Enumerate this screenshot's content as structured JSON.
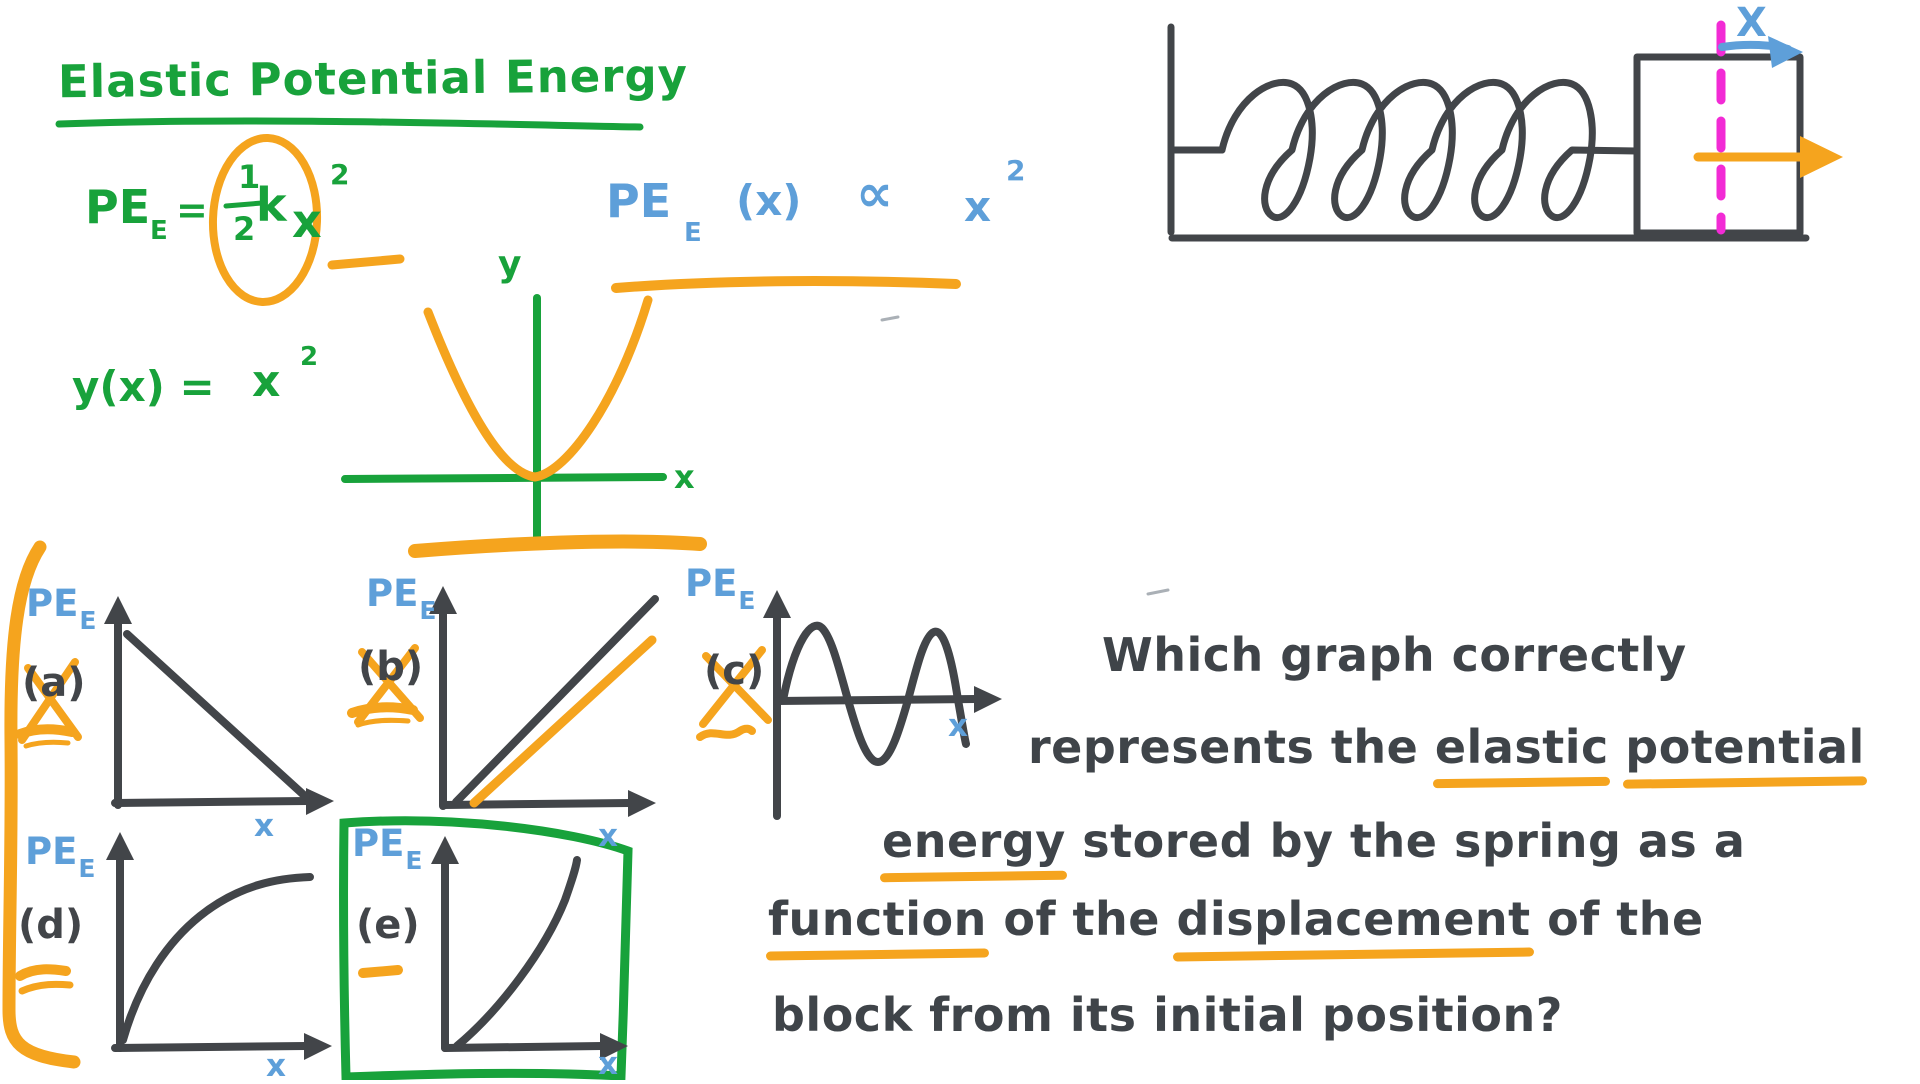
{
  "colors": {
    "green": "#18a23b",
    "orange": "#f5a41e",
    "blue": "#5e9fd9",
    "dark": "#424549",
    "magenta": "#f22bd5"
  },
  "title": {
    "text": "Elastic Potential Energy"
  },
  "formula": {
    "pe": "PE",
    "pe_sub": "E",
    "equals": "=",
    "fraction_numerator": "1",
    "fraction_denominator": "2",
    "spring_constant": "k",
    "variable": "x",
    "exponent": "2"
  },
  "proportionality": {
    "pe": "PE",
    "pe_sub": "E",
    "argument": "(x)",
    "symbol": "∝",
    "variable": "x",
    "exponent": "2"
  },
  "y_equation": {
    "lhs": "y(x) =",
    "variable": "x",
    "exponent": "2"
  },
  "parabola_graph": {
    "y_axis_label": "y",
    "x_axis_label": "x"
  },
  "spring_diagram": {
    "displacement_label": "X"
  },
  "options": [
    {
      "id": "(a)",
      "pe_label": "PE",
      "pe_sub": "E",
      "x_label": "x",
      "curve": "decreasing-line",
      "status": "crossed-out"
    },
    {
      "id": "(b)",
      "pe_label": "PE",
      "pe_sub": "E",
      "x_label": "x",
      "curve": "increasing-line",
      "status": "crossed-out"
    },
    {
      "id": "(c)",
      "pe_label": "PE",
      "pe_sub": "E",
      "x_label": "x",
      "curve": "sine-wave",
      "status": "crossed-out"
    },
    {
      "id": "(d)",
      "pe_label": "PE",
      "pe_sub": "E",
      "x_label": "x",
      "curve": "square-root",
      "status": "underlined"
    },
    {
      "id": "(e)",
      "pe_label": "PE",
      "pe_sub": "E",
      "x_label": "x",
      "curve": "quadratic",
      "status": "boxed-answer"
    }
  ],
  "question": {
    "lines": [
      {
        "segments": [
          {
            "text": "Which graph correctly",
            "underline": false
          }
        ]
      },
      {
        "segments": [
          {
            "text": "represents the ",
            "underline": false
          },
          {
            "text": "elastic",
            "underline": true
          },
          {
            "text": " ",
            "underline": false
          },
          {
            "text": "potential",
            "underline": true
          }
        ]
      },
      {
        "segments": [
          {
            "text": "energy",
            "underline": true
          },
          {
            "text": " stored by the spring as a",
            "underline": false
          }
        ]
      },
      {
        "segments": [
          {
            "text": "function",
            "underline": true
          },
          {
            "text": " of the ",
            "underline": false
          },
          {
            "text": "displacement",
            "underline": true
          },
          {
            "text": " of the",
            "underline": false
          }
        ]
      },
      {
        "segments": [
          {
            "text": "block from its initial position?",
            "underline": false
          }
        ]
      }
    ]
  }
}
